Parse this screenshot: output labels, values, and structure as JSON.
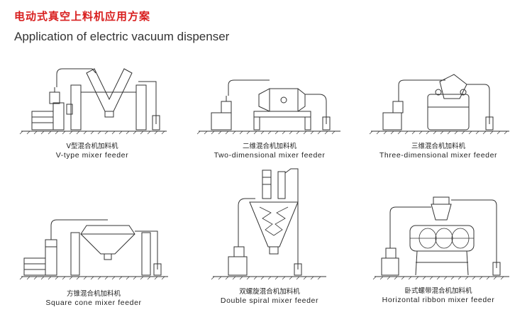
{
  "header": {
    "title_cn": "电动式真空上料机应用方案",
    "title_en": "Application of electric vacuum dispenser"
  },
  "panels": [
    {
      "cn": "V型混合机加料机",
      "en": "V-type mixer feeder"
    },
    {
      "cn": "二维混合机加料机",
      "en": "Two-dimensional mixer feeder"
    },
    {
      "cn": "三维混合机加料机",
      "en": "Three-dimensional mixer feeder"
    },
    {
      "cn": "方锥混合机加料机",
      "en": "Square cone mixer feeder"
    },
    {
      "cn": "双螺旋混合机加料机",
      "en": "Double spiral mixer feeder"
    },
    {
      "cn": "卧式螺带混合机加料机",
      "en": "Horizontal ribbon mixer feeder"
    }
  ]
}
